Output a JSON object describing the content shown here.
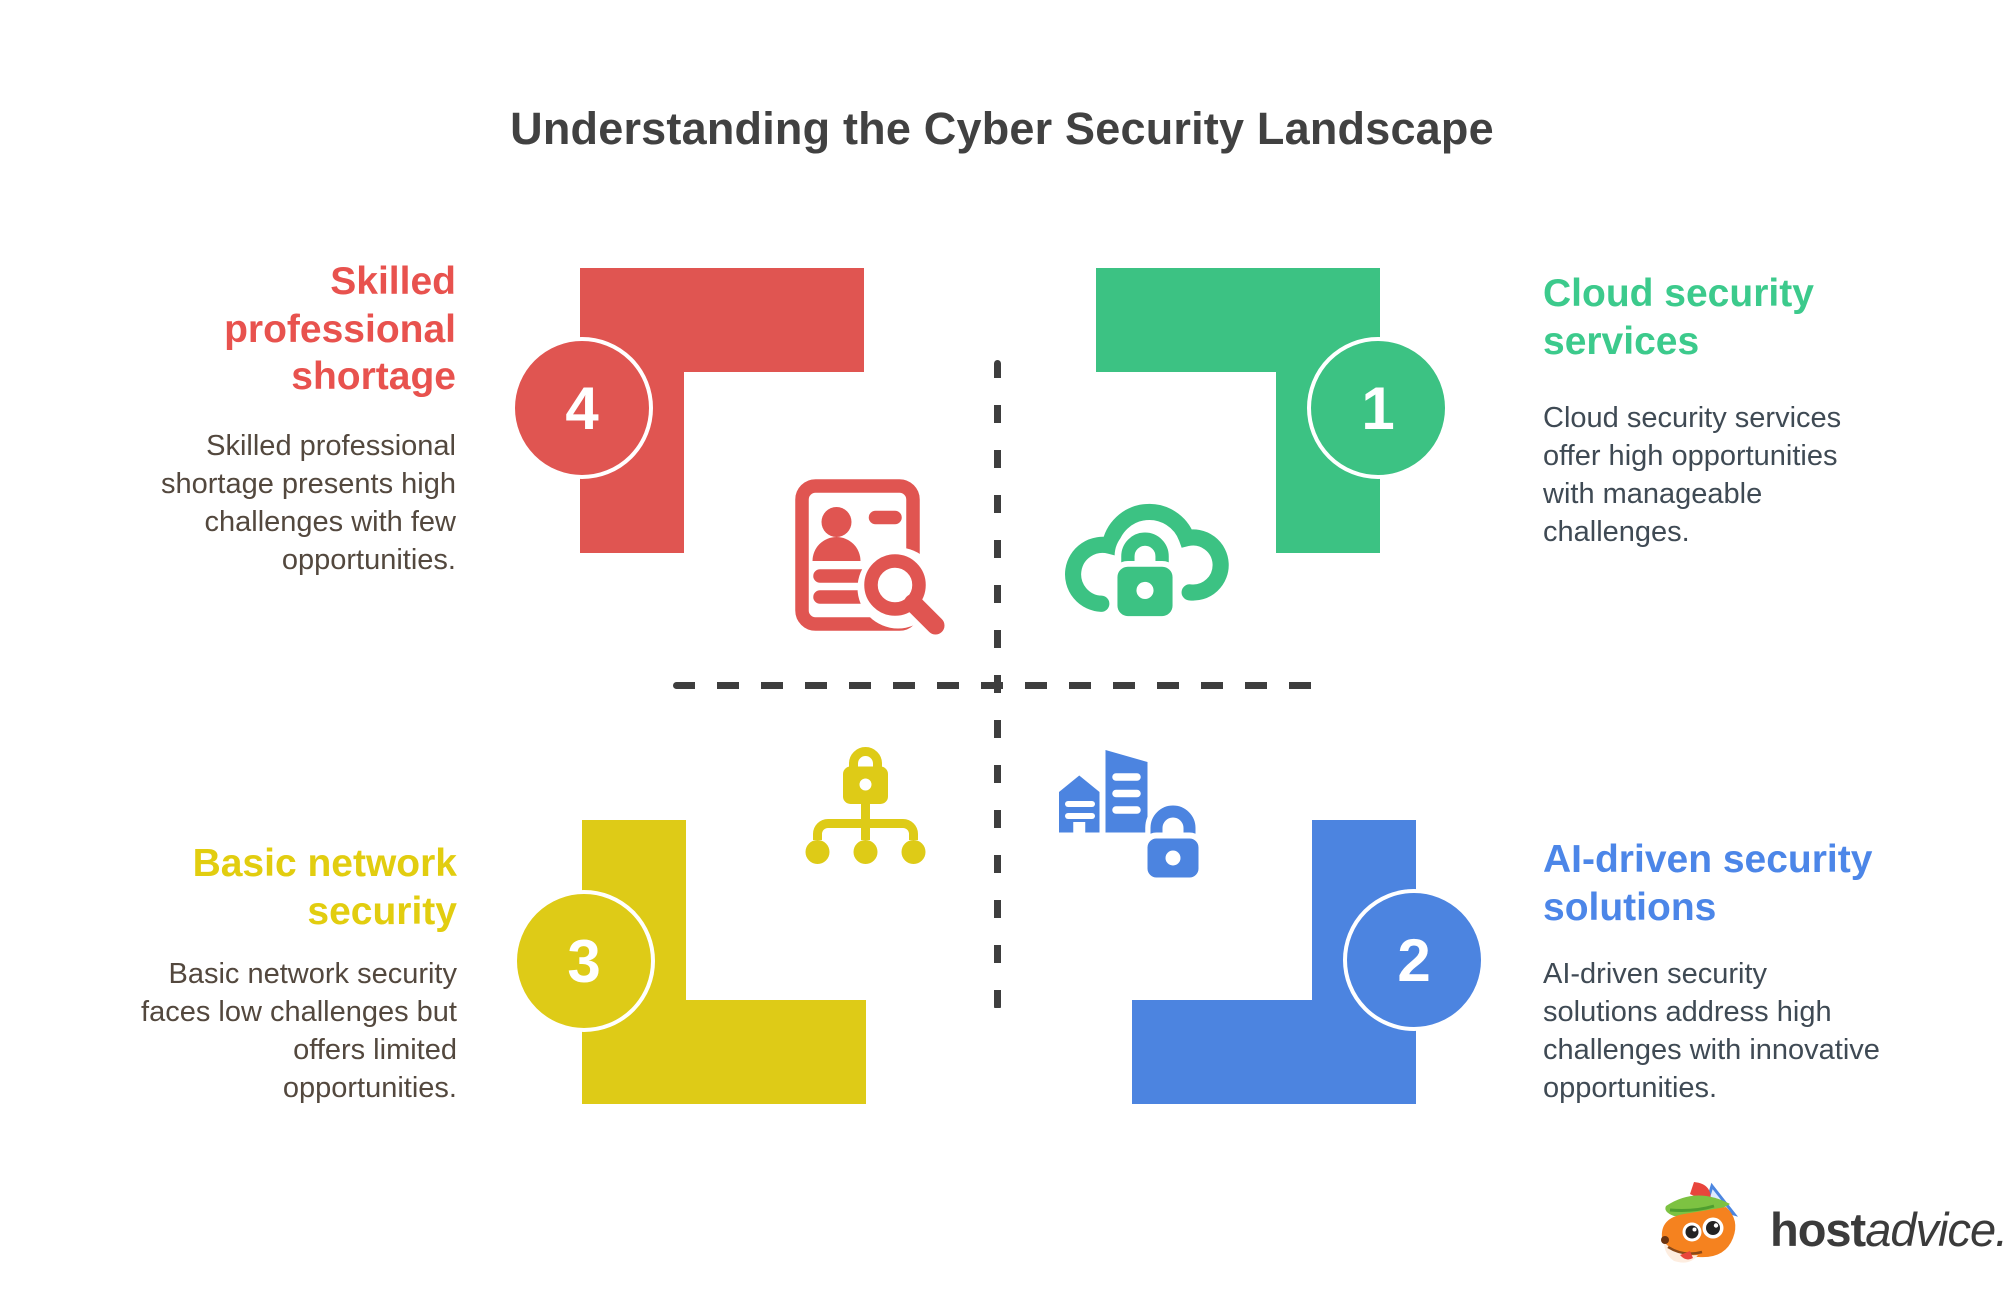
{
  "title": {
    "text": "Understanding the Cyber Security Landscape",
    "color": "#414141"
  },
  "dividers": {
    "color": "#3E3E3E",
    "style": "dashed"
  },
  "quadrants": {
    "top_left": {
      "number": "4",
      "heading": "Skilled\nprofessional\nshortage",
      "body": "Skilled professional\nshortage presents high\nchallenges with few\nopportunities.",
      "accent": "#E05551",
      "heading_color": "#E8524E",
      "body_color": "#53483E",
      "icon": "resume-search-icon"
    },
    "top_right": {
      "number": "1",
      "heading": "Cloud security\nservices",
      "body": "Cloud security services\noffer high opportunities\nwith manageable\nchallenges.",
      "accent": "#3CC283",
      "heading_color": "#3CCA8C",
      "body_color": "#3F4A54",
      "icon": "cloud-lock-icon"
    },
    "bottom_left": {
      "number": "3",
      "heading": "Basic network\nsecurity",
      "body": "Basic network security\nfaces low challenges but\noffers limited\nopportunities.",
      "accent": "#DECB17",
      "heading_color": "#E2CD0F",
      "body_color": "#53483E",
      "icon": "lock-network-icon"
    },
    "bottom_right": {
      "number": "2",
      "heading": "AI-driven security\nsolutions",
      "body": "AI-driven security\nsolutions address high\nchallenges with innovative\nopportunities.",
      "accent": "#4C84E0",
      "heading_color": "#4C86E8",
      "body_color": "#3F4A54",
      "icon": "buildings-lock-icon"
    }
  },
  "footer_logo": {
    "bold_text": "host",
    "light_text": "advice.",
    "text_color": "#3B3B3B"
  }
}
